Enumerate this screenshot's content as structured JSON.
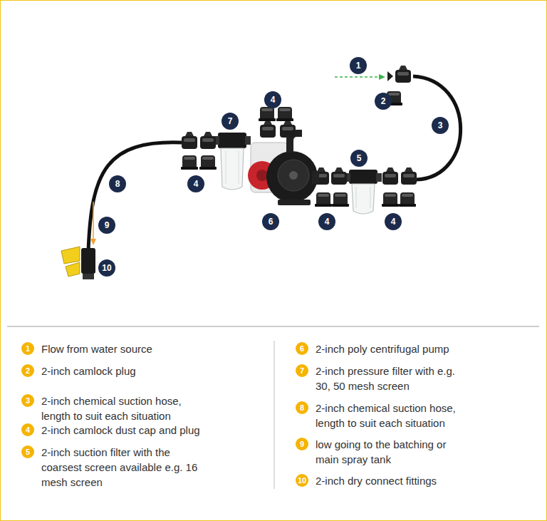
{
  "diagram": {
    "nodes": [
      {
        "text": [
          "1"
        ]
      },
      {
        "text": [
          "2"
        ]
      },
      {
        "text": [
          "4"
        ]
      },
      {
        "text": [
          "7"
        ]
      },
      {
        "text": [
          "3"
        ]
      },
      {
        "text": [
          "5"
        ]
      },
      {
        "text": [
          "8"
        ]
      },
      {
        "text": [
          "4"
        ]
      },
      {
        "text": [
          "9"
        ]
      },
      {
        "text": [
          "6"
        ]
      },
      {
        "text": [
          "4"
        ]
      },
      {
        "text": [
          "4"
        ]
      },
      {
        "text": [
          "10"
        ]
      },
      {
        "text": [
          "1",
          "Flow from water source"
        ]
      },
      {
        "text": [
          "2",
          "2-inch camlock plug"
        ]
      },
      {
        "text": [
          "3",
          "2-inch chemical suction hose, length to suit each situation"
        ]
      },
      {
        "text": [
          "4",
          "2-inch camlock dust cap and plug"
        ]
      },
      {
        "text": [
          "5",
          "2-inch suction filter with the coarsest screen available e.g. 16 mesh screen"
        ]
      },
      {
        "text": [
          "6",
          "2-inch poly centrifugal pump"
        ]
      },
      {
        "text": [
          "7",
          "2-inch pressure filter with e.g. 30, 50 mesh screen"
        ]
      },
      {
        "text": [
          "8",
          "2-inch chemical suction hose, length to suit each situation"
        ]
      },
      {
        "text": [
          "9",
          "low going to the batching or main spray tank"
        ]
      },
      {
        "text": [
          "10",
          "2-inch dry connect fittings"
        ]
      }
    ]
  }
}
